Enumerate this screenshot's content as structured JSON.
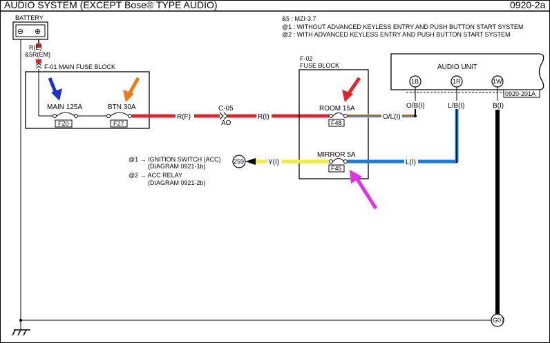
{
  "header": {
    "title": "AUDIO SYSTEM (EXCEPT Bose® TYPE AUDIO)",
    "page_code": "0920-2a"
  },
  "notes": {
    "note5": "&5 : MZI-3.7",
    "note1": "@1 : WITHOUT ADVANCED KEYLESS ENTRY AND PUSH BUTTON START SYSTEM",
    "note2": "@2 : WITH ADVANCED KEYLESS ENTRY AND PUSH BUTTON START SYSTEM"
  },
  "battery": {
    "label": "BATTERY",
    "minus": "⊖",
    "plus": "⊕",
    "wire1": "R(E)",
    "wire2": "&5R(EM)"
  },
  "main_fuse_block": {
    "label": "F-01  MAIN FUSE BLOCK",
    "fuse1_name": "MAIN 125A",
    "fuse1_id": "F20",
    "fuse2_name": "BTN 30A",
    "fuse2_id": "F27"
  },
  "wires": {
    "rf": "R(F)",
    "connector": "C-05",
    "connector_sub": "AO",
    "ri": "R(I)",
    "obl": "O/L(I)",
    "yi": "Y(I)",
    "li": "L(I)",
    "obi": "O/B(I)",
    "lbi": "L/B(I)",
    "bi": "B(I)"
  },
  "fuse_block2": {
    "id": "F-02",
    "label": "FUSE BLOCK",
    "room_name": "ROOM 15A",
    "room_id": "F48",
    "mirror_name": "MIRROR 5A",
    "mirror_id": "F45"
  },
  "audio_unit": {
    "label": "AUDIO UNIT",
    "pin1": "1B",
    "pin2": "1R",
    "pin3": "1W",
    "connector": "0920-201A"
  },
  "ignition": {
    "circle": "259",
    "line1": "@1 → IGNITION SWITCH (ACC)",
    "line2": "(DIAGRAM 0921-1b)",
    "line3": "@2 → ACC RELAY",
    "line4": "(DIAGRAM 0921-2b)"
  },
  "ground": {
    "label": "G07"
  },
  "colors": {
    "red": "#e2232a",
    "yellow": "#f2ee3a",
    "blue": "#1b7fe0",
    "black": "#000000",
    "arrow_blue": "#1f2fd0",
    "arrow_orange": "#f07a1a",
    "arrow_red": "#e2232a",
    "arrow_magenta": "#e62de8"
  }
}
